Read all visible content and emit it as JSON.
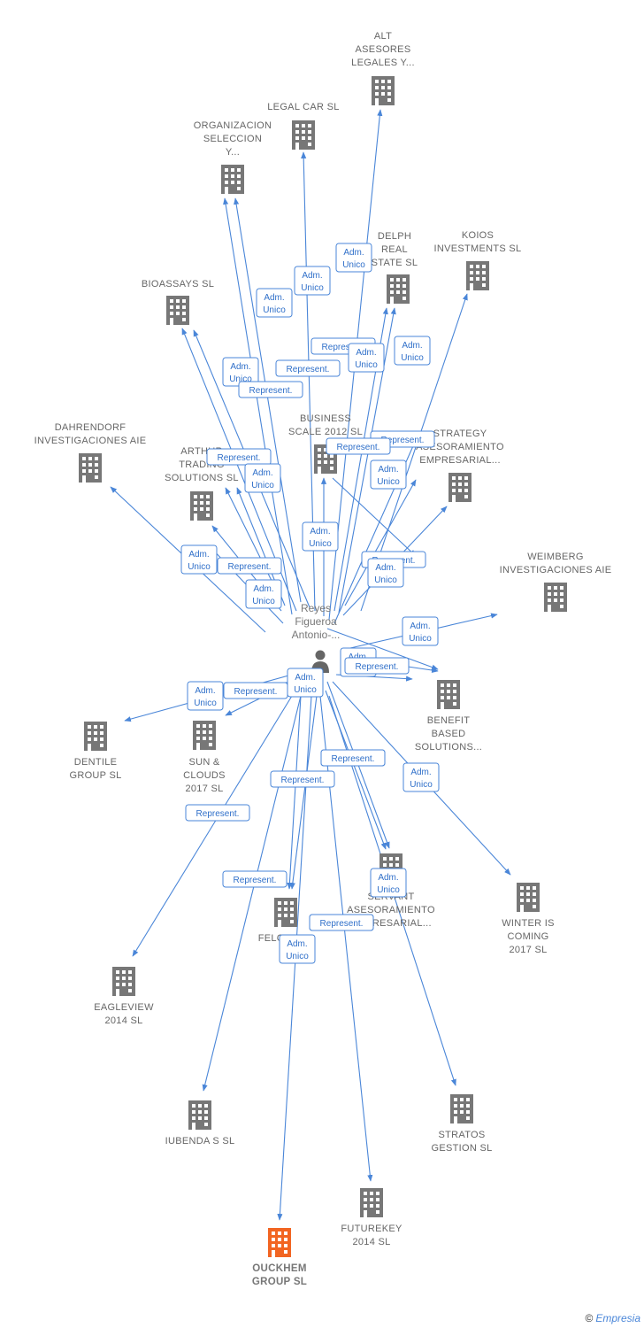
{
  "colors": {
    "edge": "#4a86d8",
    "building": "#777777",
    "main": "#f26522",
    "person": "#666666"
  },
  "person": {
    "lines": [
      "Reyes",
      "Figueroa",
      "Antonio-..."
    ],
    "icon": "person-icon"
  },
  "nodes": [
    {
      "id": "alt",
      "lines": [
        "ALT",
        "ASESORES",
        "LEGALES Y..."
      ],
      "icon": "building-icon"
    },
    {
      "id": "legalcar",
      "lines": [
        "LEGAL CAR  SL"
      ],
      "icon": "building-icon"
    },
    {
      "id": "organizacion",
      "lines": [
        "ORGANIZACION",
        "SELECCION",
        "Y..."
      ],
      "icon": "building-icon"
    },
    {
      "id": "delph",
      "lines": [
        "DELPH",
        "REAL",
        "STATE  SL"
      ],
      "icon": "building-icon"
    },
    {
      "id": "koios",
      "lines": [
        "KOIOS",
        "INVESTMENTS SL"
      ],
      "icon": "building-icon"
    },
    {
      "id": "bioassays",
      "lines": [
        "BIOASSAYS SL"
      ],
      "icon": "building-icon"
    },
    {
      "id": "business",
      "lines": [
        "BUSINESS",
        "SCALE 2012 SL"
      ],
      "icon": "building-icon"
    },
    {
      "id": "dahrendorf",
      "lines": [
        "DAHRENDORF",
        "INVESTIGACIONES AIE"
      ],
      "icon": "building-icon"
    },
    {
      "id": "arthur",
      "lines": [
        "ARTHUR",
        "TRADING",
        "SOLUTIONS SL"
      ],
      "icon": "building-icon"
    },
    {
      "id": "strategy",
      "lines": [
        "STRATEGY",
        "ASESORAMIENTO",
        "EMPRESARIAL..."
      ],
      "icon": "building-icon"
    },
    {
      "id": "weimberg",
      "lines": [
        "WEIMBERG",
        "INVESTIGACIONES AIE"
      ],
      "icon": "building-icon"
    },
    {
      "id": "benefit",
      "lines": [
        "BENEFIT",
        "BASED",
        "SOLUTIONS..."
      ],
      "icon": "building-icon"
    },
    {
      "id": "dentile",
      "lines": [
        "DENTILE",
        "GROUP  SL"
      ],
      "icon": "building-icon"
    },
    {
      "id": "sun",
      "lines": [
        "SUN &",
        "CLOUDS",
        "2017  SL"
      ],
      "icon": "building-icon"
    },
    {
      "id": "servant",
      "lines": [
        "SERVANT",
        "ASESORAMIENTO",
        "EMPRESARIAL..."
      ],
      "icon": "building-icon"
    },
    {
      "id": "winter",
      "lines": [
        "WINTER IS",
        "COMING",
        "2017  SL"
      ],
      "icon": "building-icon"
    },
    {
      "id": "felcan",
      "lines": [
        "FELCAN  SL"
      ],
      "icon": "building-icon"
    },
    {
      "id": "eagleview",
      "lines": [
        "EAGLEVIEW",
        "2014  SL"
      ],
      "icon": "building-icon"
    },
    {
      "id": "iubenda",
      "lines": [
        "IUBENDA S  SL"
      ],
      "icon": "building-icon"
    },
    {
      "id": "stratos",
      "lines": [
        "STRATOS",
        "GESTION SL"
      ],
      "icon": "building-icon"
    },
    {
      "id": "futurekey",
      "lines": [
        "FUTUREKEY",
        "2014  SL"
      ],
      "icon": "building-icon"
    },
    {
      "id": "ouckhem",
      "lines": [
        "OUCKHEM",
        "GROUP  SL"
      ],
      "icon": "building-icon",
      "main": true
    }
  ],
  "edges": [
    {
      "to": "alt",
      "label": [
        "Adm.",
        "Unico"
      ]
    },
    {
      "to": "legalcar",
      "label": [
        "Adm.",
        "Unico"
      ]
    },
    {
      "to": "organizacion",
      "label": [
        "Adm.",
        "Unico"
      ]
    },
    {
      "to": "delph",
      "label": [
        "Represent."
      ]
    },
    {
      "to": "delph",
      "label": [
        "Adm.",
        "Unico"
      ]
    },
    {
      "to": "koios",
      "label": [
        "Adm.",
        "Unico"
      ]
    },
    {
      "to": "bioassays",
      "label": [
        "Adm.",
        "Unico"
      ]
    },
    {
      "to": "bioassays",
      "label": [
        "Represent."
      ]
    },
    {
      "to": "organizacion",
      "label": [
        "Represent."
      ]
    },
    {
      "to": "business",
      "label": [
        "Adm.",
        "Unico"
      ]
    },
    {
      "to": "dahrendorf",
      "label": [
        "Adm.",
        "Unico"
      ]
    },
    {
      "to": "arthur",
      "label": [
        "Represent."
      ]
    },
    {
      "to": "arthur",
      "label": [
        "Adm.",
        "Unico"
      ]
    },
    {
      "to": "arthur",
      "label": [
        "Represent."
      ]
    },
    {
      "to": "arthur",
      "label": [
        "Adm.",
        "Unico"
      ]
    },
    {
      "to": "strategy",
      "label": [
        "Represent."
      ]
    },
    {
      "to": "strategy",
      "label": [
        "Adm.",
        "Unico"
      ]
    },
    {
      "to": "strategy",
      "label": [
        "Represent."
      ]
    },
    {
      "to": "strategy",
      "label": [
        "Represent."
      ]
    },
    {
      "to": "weimberg",
      "label": [
        "Adm.",
        "Unico"
      ]
    },
    {
      "to": "benefit",
      "label": [
        "Adm.",
        "Unico"
      ]
    },
    {
      "to": "benefit",
      "label": [
        "Adm.",
        "Unico"
      ]
    },
    {
      "to": "benefit",
      "label": [
        "Represent."
      ]
    },
    {
      "to": "dentile",
      "label": [
        "Adm.",
        "Unico"
      ]
    },
    {
      "to": "sun",
      "label": [
        "Represent."
      ]
    },
    {
      "to": "sun",
      "label": [
        "Adm.",
        "Unico"
      ]
    },
    {
      "to": "servant",
      "label": [
        "Represent."
      ]
    },
    {
      "to": "servant",
      "label": [
        "Adm.",
        "Unico"
      ]
    },
    {
      "to": "winter",
      "label": [
        "Adm.",
        "Unico"
      ]
    },
    {
      "to": "felcan",
      "label": [
        "Represent."
      ]
    },
    {
      "to": "felcan",
      "label": [
        "Represent."
      ]
    },
    {
      "to": "eagleview",
      "label": [
        "Represent."
      ]
    },
    {
      "to": "iubenda",
      "label": [
        "Represent."
      ]
    },
    {
      "to": "stratos",
      "label": [
        "Represent."
      ]
    },
    {
      "to": "futurekey",
      "label": [
        "Represent."
      ]
    },
    {
      "to": "ouckhem",
      "label": [
        "Adm.",
        "Unico"
      ]
    }
  ],
  "footer": {
    "copyright_symbol": "©",
    "brand": "Empresia"
  }
}
